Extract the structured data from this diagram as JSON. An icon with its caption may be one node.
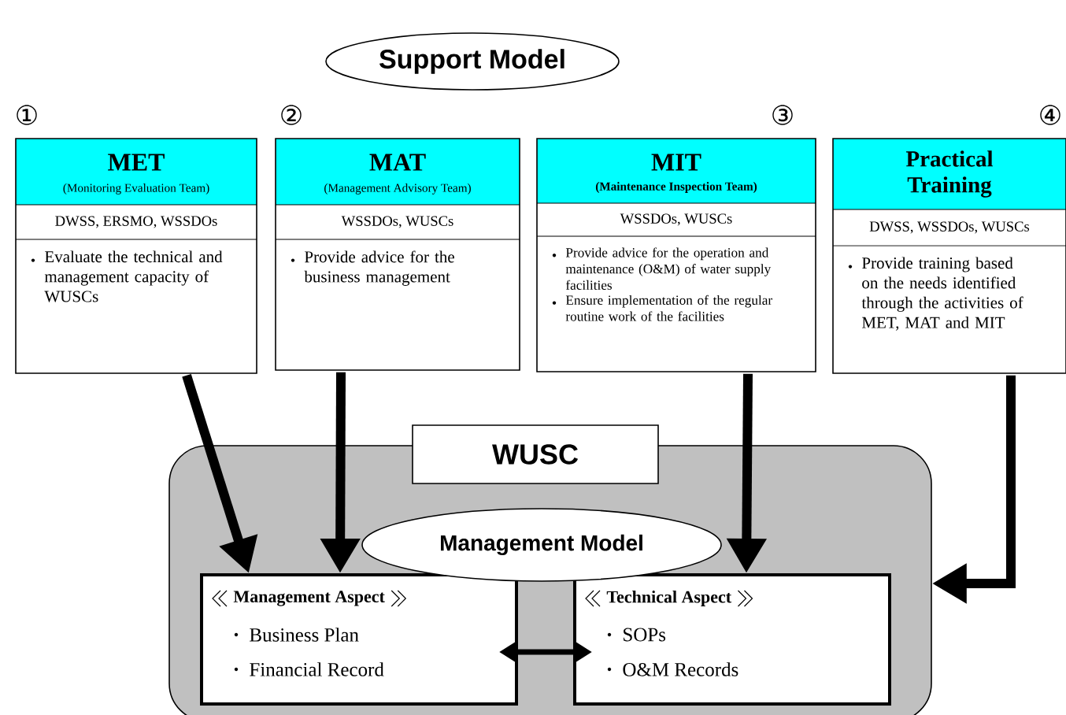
{
  "diagram": {
    "nodes": [
      {
        "text": [
          "Support Model"
        ]
      },
      {
        "text": [
          "MET",
          "(Monitoring Evaluation Team)",
          "DWSS, ERSMO, WSSDOs",
          "Evaluate the technical and management capacity of WUSCs"
        ],
        "beside": [
          "①"
        ]
      },
      {
        "text": [
          "MAT",
          "(Management Advisory Team)",
          "WSSDOs, WUSCs",
          "Provide advice for the business management"
        ],
        "beside": [
          "②"
        ]
      },
      {
        "text": [
          "MIT",
          "(Maintenance Inspection Team)",
          "WSSDOs, WUSCs",
          "Provide advice for the operation and maintenance (O&M) of water supply facilities",
          "Ensure implementation of the regular routine work of the facilities"
        ],
        "beside": [
          "③"
        ]
      },
      {
        "text": [
          "Practical Training",
          "DWSS, WSSDOs, WUSCs",
          "Provide training based on the needs identified through the activities of MET, MAT and MIT"
        ],
        "beside": [
          "④"
        ]
      },
      {
        "text": [
          "WUSC"
        ]
      },
      {
        "text": [
          "Management Model"
        ],
        "in": 5
      },
      {
        "text": [
          "Management Aspect",
          "Business Plan",
          "Financial Record"
        ],
        "in": 5
      },
      {
        "text": [
          "Technical Aspect",
          "SOPs",
          "O&M Records"
        ],
        "in": 5
      }
    ],
    "edges": [
      {
        "from": 1,
        "to": 7,
        "arrow": "to"
      },
      {
        "from": 2,
        "to": 7,
        "arrow": "to"
      },
      {
        "from": 3,
        "to": 8,
        "arrow": "to"
      },
      {
        "from": 4,
        "to": 5,
        "arrow": "to"
      },
      {
        "from": 7,
        "to": 8,
        "arrow": "both"
      }
    ]
  }
}
